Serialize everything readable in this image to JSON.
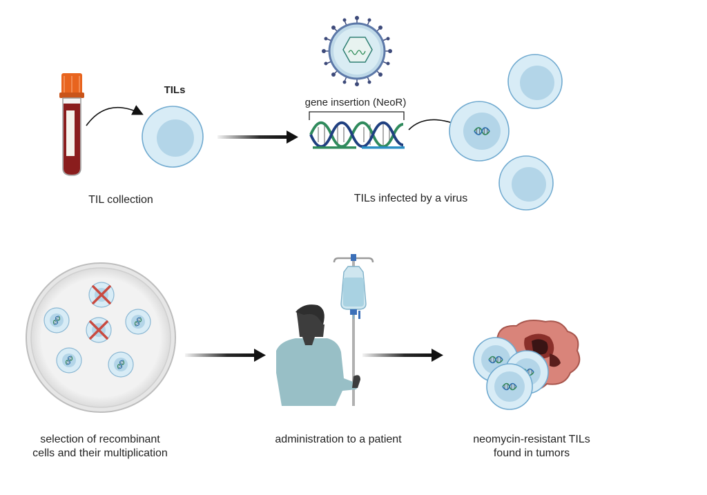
{
  "labels": {
    "tils": "TILs",
    "gene_insertion": "gene insertion (NeoR)",
    "til_collection": "TIL collection",
    "tils_infected": "TILs infected by a virus",
    "selection_line1": "selection of recombinant",
    "selection_line2": "cells and their multiplication",
    "administration": "administration to a patient",
    "neomycin_line1": "neomycin-resistant TILs",
    "neomycin_line2": "found in tumors"
  },
  "colors": {
    "cell_fill": "#d8ecf6",
    "cell_stroke": "#6fa9cf",
    "nucleus": "#b3d5e8",
    "blood": "#8a1d1d",
    "cap": "#e8641e",
    "dna_green": "#2f8a5c",
    "dna_blue": "#2b8fc4",
    "reject_x": "#c94a40",
    "tumor": "#d9847a",
    "patient_gown": "#98bfc6",
    "patient_skin": "#3d3d3d",
    "arrow": "#111111"
  }
}
